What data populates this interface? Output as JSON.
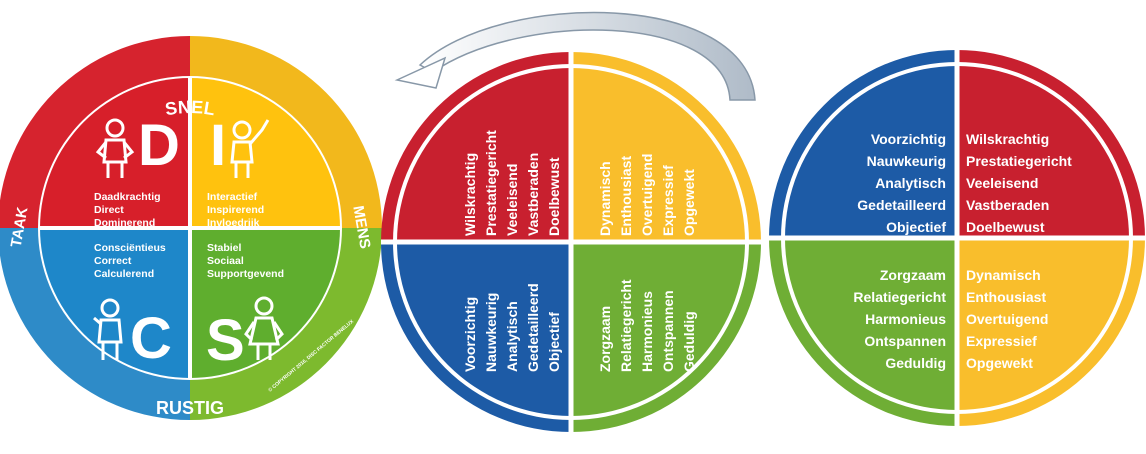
{
  "colors": {
    "red": "#C8202F",
    "yellow": "#F9BE2C",
    "green": "#6FAE35",
    "blue": "#1D5BA6",
    "white": "#FFFFFF",
    "arrow": "#AFBBC8"
  },
  "disc_wheel": {
    "ring_labels": {
      "top": "SNEL",
      "bottom": "RUSTIG",
      "left": "TAAK",
      "right": "MENS"
    },
    "quadrants": {
      "D": {
        "letter": "D",
        "traits": [
          "Daadkrachtig",
          "Direct",
          "Dominerend"
        ]
      },
      "I": {
        "letter": "I",
        "traits": [
          "Interactief",
          "Inspirerend",
          "Invloedrijk"
        ]
      },
      "C": {
        "letter": "C",
        "traits": [
          "Consciëntieus",
          "Correct",
          "Calculerend"
        ]
      },
      "S": {
        "letter": "S",
        "traits": [
          "Stabiel",
          "Sociaal",
          "Supportgevend"
        ]
      }
    },
    "copyright": "© COPYRIGHT 2016, DISC FACTOR BENELUX"
  },
  "rotated_wheel": {
    "red_words": [
      "Wilskrachtig",
      "Prestatiegericht",
      "Veeleisend",
      "Vastberaden",
      "Doelbewust"
    ],
    "yellow_words": [
      "Dynamisch",
      "Enthousiast",
      "Overtuigend",
      "Expressief",
      "Opgewekt"
    ],
    "blue_words": [
      "Voorzichtig",
      "Nauwkeurig",
      "Analytisch",
      "Gedetailleerd",
      "Objectief"
    ],
    "green_words": [
      "Zorgzaam",
      "Relatiegericht",
      "Harmonieus",
      "Ontspannen",
      "Geduldig"
    ]
  },
  "right_wheel": {
    "blue_words": [
      "Voorzichtig",
      "Nauwkeurig",
      "Analytisch",
      "Gedetailleerd",
      "Objectief"
    ],
    "red_words": [
      "Wilskrachtig",
      "Prestatiegericht",
      "Veeleisend",
      "Vastberaden",
      "Doelbewust"
    ],
    "green_words": [
      "Zorgzaam",
      "Relatiegericht",
      "Harmonieus",
      "Ontspannen",
      "Geduldig"
    ],
    "yellow_words": [
      "Dynamisch",
      "Enthousiast",
      "Overtuigend",
      "Expressief",
      "Opgewekt"
    ]
  }
}
